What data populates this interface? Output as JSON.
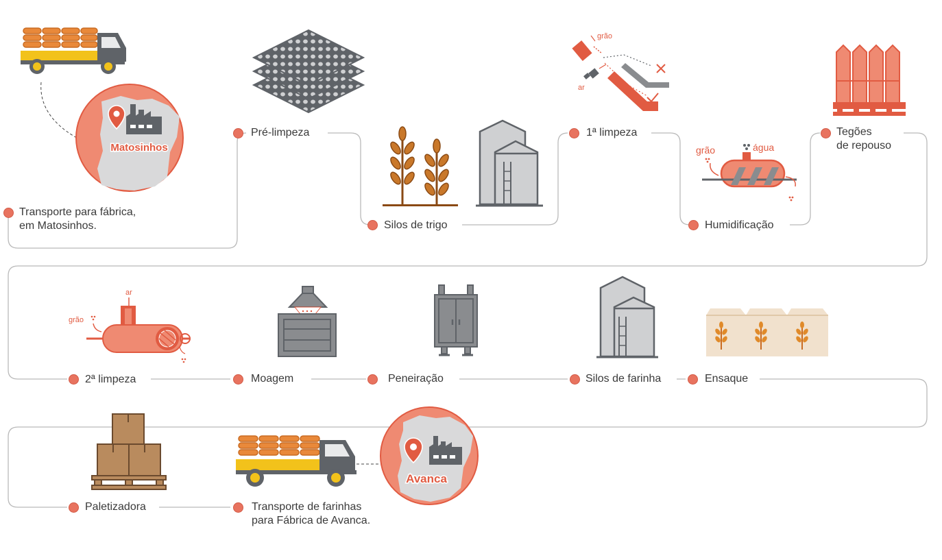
{
  "colors": {
    "accent": "#e15b42",
    "accent_light": "#ef8a72",
    "dot": "#e8735f",
    "gray_dark": "#5f6368",
    "gray_light": "#cfd0d2",
    "truck_yellow": "#f2c21b",
    "bread_orange": "#e9893a",
    "wheat_brown": "#8a4a14",
    "box_brown": "#b98b5e",
    "connector": "#b9b9b9"
  },
  "steps": [
    {
      "id": "transporte",
      "label_lines": [
        "Transporte para fábrica,",
        "em Matosinhos."
      ],
      "icon": "truck-icon"
    },
    {
      "id": "pre-limpeza",
      "label_lines": [
        "Pré-limpeza"
      ],
      "icon": "sieve-plates-icon"
    },
    {
      "id": "silos-trigo",
      "label_lines": [
        "Silos de trigo"
      ],
      "icon": "wheat-silo-icon"
    },
    {
      "id": "limpeza1",
      "label_lines": [
        "1ª limpeza"
      ],
      "icon": "air-separator-icon"
    },
    {
      "id": "humidificacao",
      "label_lines": [
        "Humidificação"
      ],
      "icon": "humidifier-icon"
    },
    {
      "id": "tegoes",
      "label_lines": [
        "Tegões",
        "de repouso"
      ],
      "icon": "resting-bins-icon"
    },
    {
      "id": "limpeza2",
      "label_lines": [
        "2ª limpeza"
      ],
      "icon": "scourer-icon"
    },
    {
      "id": "moagem",
      "label_lines": [
        "Moagem"
      ],
      "icon": "mill-icon"
    },
    {
      "id": "peneiracao",
      "label_lines": [
        "Peneiração"
      ],
      "icon": "sifter-icon"
    },
    {
      "id": "silos-farinha",
      "label_lines": [
        "Silos de farinha"
      ],
      "icon": "flour-silo-icon"
    },
    {
      "id": "ensaque",
      "label_lines": [
        "Ensaque"
      ],
      "icon": "flour-bags-icon"
    },
    {
      "id": "paletizadora",
      "label_lines": [
        "Paletizadora"
      ],
      "icon": "pallet-boxes-icon"
    },
    {
      "id": "transporte-farinhas",
      "label_lines": [
        "Transporte de farinhas",
        "para Fábrica de Avanca."
      ],
      "icon": "truck-icon"
    }
  ],
  "map_labels": {
    "origin": "Matosinhos",
    "destination": "Avanca"
  },
  "icon_labels": {
    "grao": "grão",
    "ar": "ar",
    "agua": "água"
  }
}
